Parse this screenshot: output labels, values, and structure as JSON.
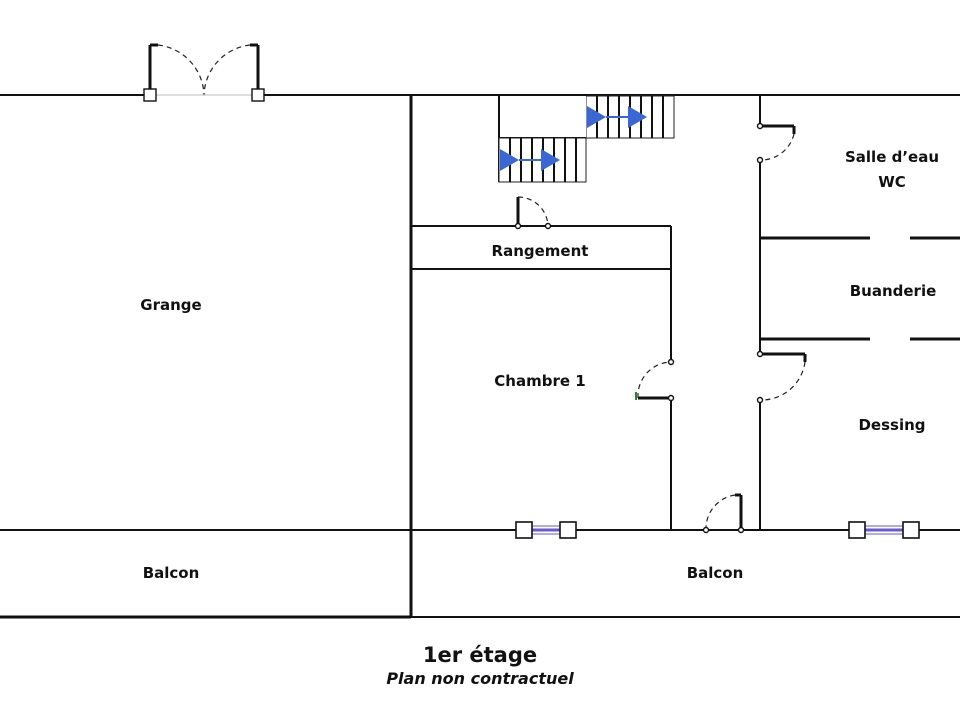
{
  "rooms": {
    "grange": "Grange",
    "rangement": "Rangement",
    "chambre1": "Chambre 1",
    "salle_eau": "Salle d’eau",
    "wc": "WC",
    "buanderie": "Buanderie",
    "dessing": "Dessing",
    "balcon_left": "Balcon",
    "balcon_right": "Balcon"
  },
  "footer": {
    "title": "1er étage",
    "subtitle": "Plan non contractuel"
  },
  "colors": {
    "wall": "#111111",
    "stair_arrow": "#3a66d6",
    "window_glass": "#6a5acd"
  }
}
